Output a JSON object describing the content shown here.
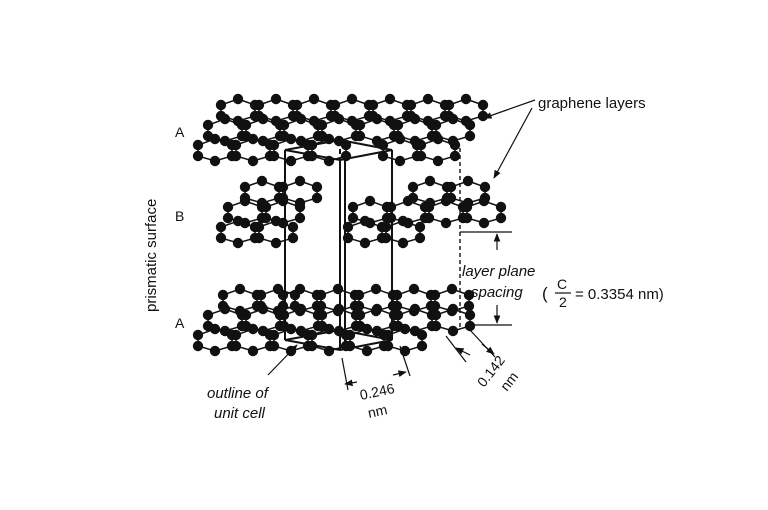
{
  "labels": {
    "layer_top": "A",
    "layer_middle": "B",
    "layer_bottom": "A",
    "side_label": "prismatic surface",
    "graphene_layers": "graphene layers",
    "layer_plane_line1": "layer plane",
    "layer_plane_line2": "spacing",
    "c_numerator": "C",
    "c_denominator": "2",
    "c_value": "= 0.3354 nm)",
    "open_paren": "(",
    "outline_line1": "outline of",
    "outline_line2": "unit cell",
    "dim_a_value": "0.246",
    "dim_a_unit": "nm",
    "dim_b_value": "0.142",
    "dim_b_unit": "nm"
  },
  "colors": {
    "ink": "#111111",
    "background": "#ffffff"
  }
}
